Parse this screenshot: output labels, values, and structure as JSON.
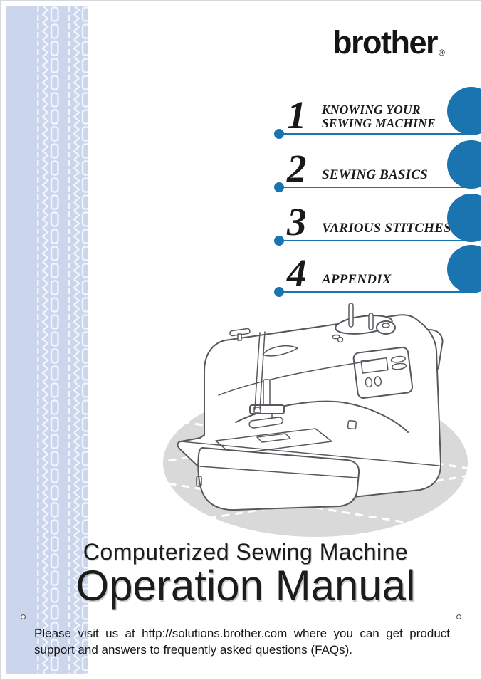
{
  "header": {
    "brand": "brother",
    "registered": "®"
  },
  "chapters": [
    {
      "number": "1",
      "title_lines": [
        "KNOWING YOUR",
        "SEWING MACHINE"
      ]
    },
    {
      "number": "2",
      "title_lines": [
        "SEWING BASICS"
      ]
    },
    {
      "number": "3",
      "title_lines": [
        "VARIOUS STITCHES"
      ]
    },
    {
      "number": "4",
      "title_lines": [
        "APPENDIX"
      ]
    }
  ],
  "cover": {
    "subtitle": "Computerized Sewing Machine",
    "title": "Operation Manual"
  },
  "footer": {
    "note": "Please visit us at http://solutions.brother.com where you can get product support and answers to frequently asked questions (FAQs)."
  },
  "illustration": {
    "label": "sewing-machine-line-drawing"
  },
  "colors": {
    "accent": "#1a74b0",
    "stripe": "#cbd6ec",
    "stitch": "#f3f6fc",
    "ink": "#1a1a1a",
    "line": "#55595e",
    "mat": "#d9d9d9"
  }
}
